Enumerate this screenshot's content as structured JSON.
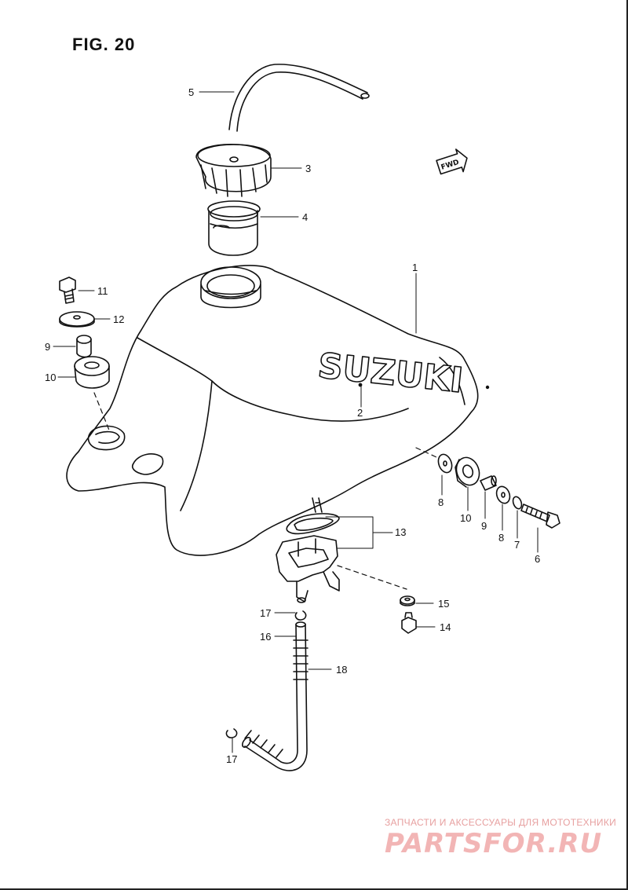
{
  "figure_title": "FIG. 20",
  "brand_on_tank": "SUZUKI",
  "direction_badge": "FWD",
  "callouts": [
    {
      "id": "c5",
      "label": "5"
    },
    {
      "id": "c3",
      "label": "3"
    },
    {
      "id": "c4",
      "label": "4"
    },
    {
      "id": "c1",
      "label": "1"
    },
    {
      "id": "c11",
      "label": "11"
    },
    {
      "id": "c12",
      "label": "12"
    },
    {
      "id": "c9a",
      "label": "9"
    },
    {
      "id": "c10a",
      "label": "10"
    },
    {
      "id": "c2",
      "label": "2"
    },
    {
      "id": "c8a",
      "label": "8"
    },
    {
      "id": "c10b",
      "label": "10"
    },
    {
      "id": "c9b",
      "label": "9"
    },
    {
      "id": "c8b",
      "label": "8"
    },
    {
      "id": "c7",
      "label": "7"
    },
    {
      "id": "c6",
      "label": "6"
    },
    {
      "id": "c13",
      "label": "13"
    },
    {
      "id": "c15",
      "label": "15"
    },
    {
      "id": "c14",
      "label": "14"
    },
    {
      "id": "c17a",
      "label": "17"
    },
    {
      "id": "c16",
      "label": "16"
    },
    {
      "id": "c18",
      "label": "18"
    },
    {
      "id": "c17b",
      "label": "17"
    }
  ],
  "watermark": {
    "caption": "ЗАПЧАСТИ И АКСЕССУАРЫ ДЛЯ МОТОТЕХНИКИ",
    "logo": "PARTSFOR.RU"
  },
  "colors": {
    "line": "#111111",
    "watermark": "#e8a0a0"
  }
}
